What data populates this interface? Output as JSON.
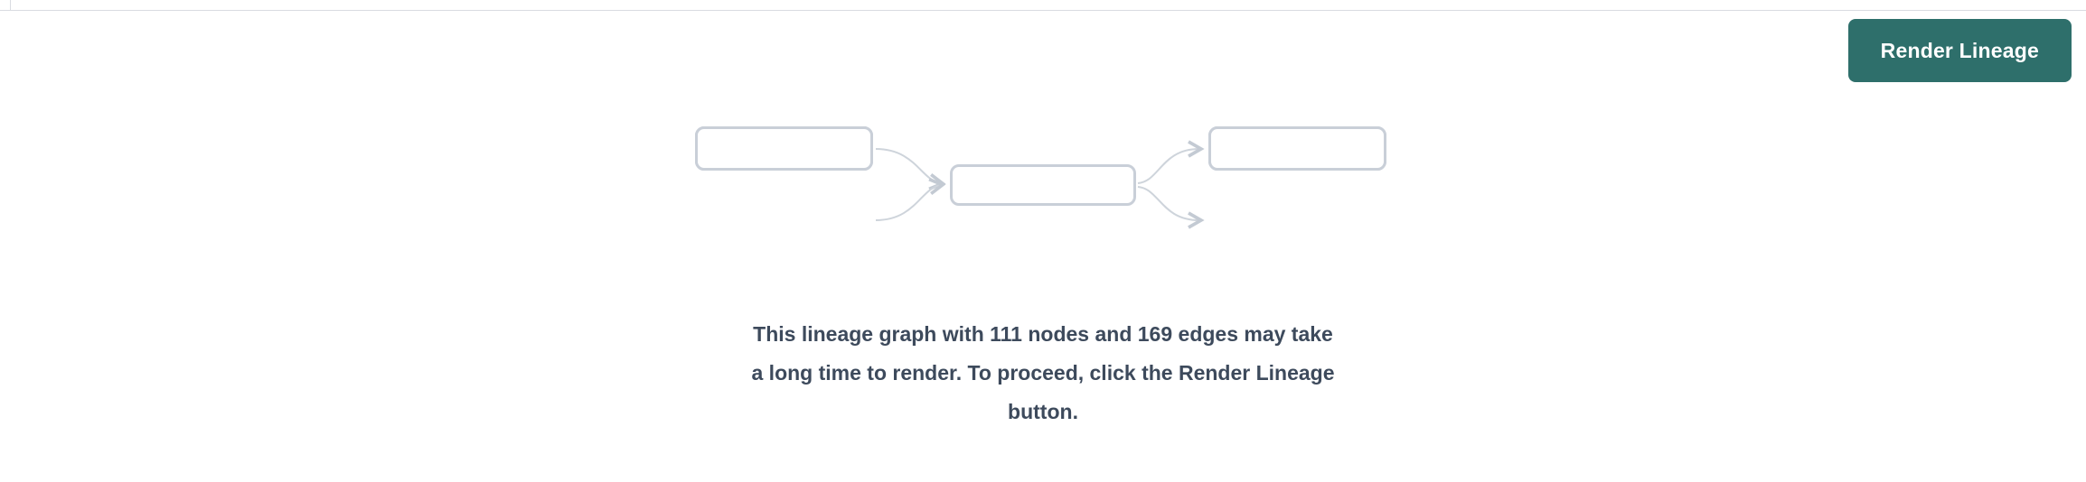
{
  "panel": {
    "render_button_label": "Render Lineage",
    "message_lines": [
      "This lineage graph with 111 nodes and 169 edges may take",
      "a long time to render. To proceed, click the Render Lineage",
      "button."
    ],
    "message_full": "This lineage graph with 111 nodes and 169 edges may take a long time to render. To proceed, click the Render Lineage button.",
    "node_count": 111,
    "edge_count": 169
  },
  "colors": {
    "accent_teal": "#2e6f6b",
    "message_text": "#3d4a5c",
    "node_border": "#c9cfd8",
    "edge_stroke": "#ced4db",
    "divider": "#d9dce1",
    "background": "#ffffff"
  }
}
